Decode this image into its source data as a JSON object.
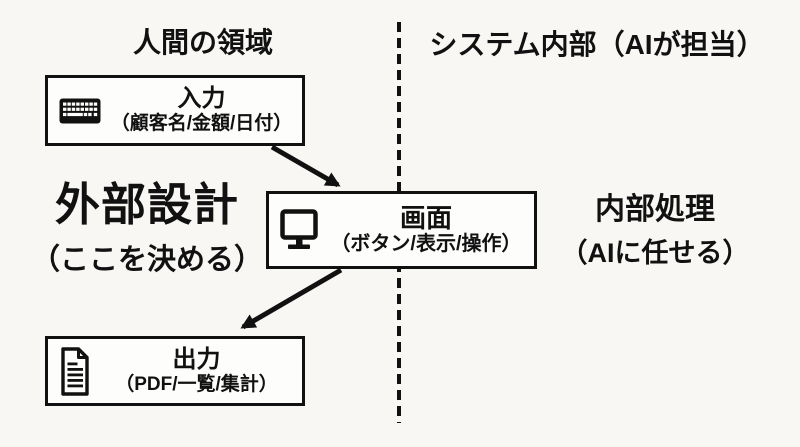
{
  "colors": {
    "background": "#f8f7f4",
    "ink": "#111111",
    "box_fill": "#fdfdfb"
  },
  "headers": {
    "left": "人間の領域",
    "right": "システム内部（AIが担当）"
  },
  "boxes": [
    {
      "icon": "keyboard-icon",
      "title": "入力",
      "subtitle": "（顧客名/金額/日付）"
    },
    {
      "icon": "monitor-icon",
      "title": "画面",
      "subtitle": "（ボタン/表示/操作）"
    },
    {
      "icon": "document-icon",
      "title": "出力",
      "subtitle": "（PDF/一覧/集計）"
    }
  ],
  "side_labels": {
    "external_design": {
      "title": "外部設計",
      "subtitle": "（ここを決める）"
    },
    "internal_processing": {
      "title": "内部処理",
      "subtitle": "（AIに任せる）"
    }
  },
  "arrows": [
    {
      "from": "入力",
      "to": "画面"
    },
    {
      "from": "画面",
      "to": "出力"
    }
  ],
  "separator": {
    "type": "vertical-dashed"
  }
}
